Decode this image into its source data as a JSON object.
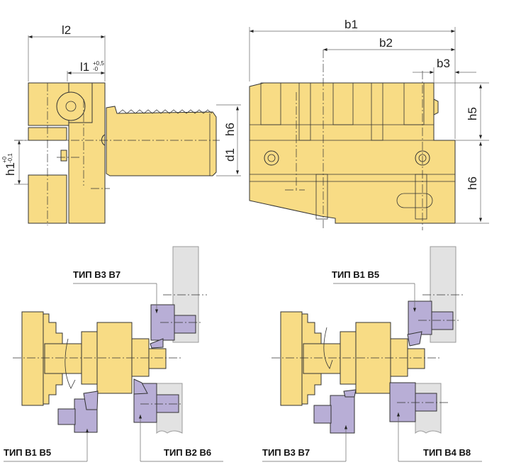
{
  "colors": {
    "body": "#f8dc85",
    "tool": "#b8aed6",
    "holder": "#e2e2e2"
  },
  "side_view": {
    "l2": "l2",
    "l1": "l1",
    "l1_tol_upper": "+0,5",
    "l1_tol_lower": "-0",
    "h1": "h1",
    "h1_tol_upper": "+0",
    "h1_tol_lower": "-0,1",
    "h6": "h6",
    "d1": "d1"
  },
  "front_view": {
    "b1": "b1",
    "b2": "b2",
    "b3": "b3",
    "h5": "h5",
    "h6": "h6"
  },
  "setup_left": {
    "top_label": "ТИП B3 B7",
    "bottom_left_label": "ТИП B1 B5",
    "bottom_right_label": "ТИП B2 B6"
  },
  "setup_right": {
    "top_label": "ТИП B1 B5",
    "bottom_left_label": "ТИП B3 B7",
    "bottom_right_label": "ТИП B4 B8"
  }
}
